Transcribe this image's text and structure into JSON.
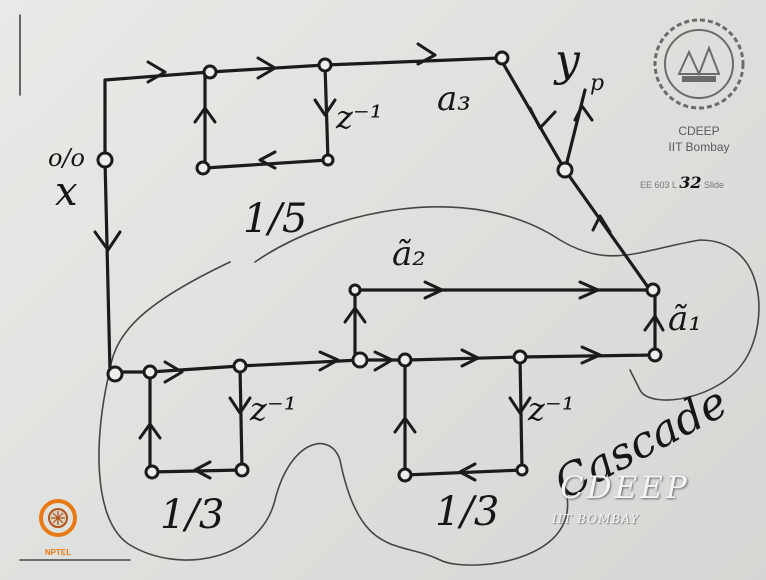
{
  "labels": {
    "output": "y",
    "output_p": "p",
    "input": "x",
    "input_sym": "o/o",
    "a3": "a₃",
    "a2_tilde": "ã₂",
    "a1_tilde": "ã₁",
    "zinv": "z⁻¹",
    "one_fifth": "1/5",
    "one_third": "1/3",
    "cascade": "Cascade"
  },
  "badge": {
    "name": "CDEEP",
    "institute": "IIT Bombay",
    "slide_prefix": "EE 603 L",
    "lecture_number": "32",
    "slide_suffix": "Slide"
  },
  "watermark": {
    "title": "CDEEP",
    "subtitle": "IIT BOMBAY"
  },
  "nptel": {
    "label": "NPTEL"
  },
  "colors": {
    "ink": "#1b1b1b",
    "board": "#e3e5e2",
    "nptel": "#e87a14",
    "watermark": "#f4f4f4"
  }
}
